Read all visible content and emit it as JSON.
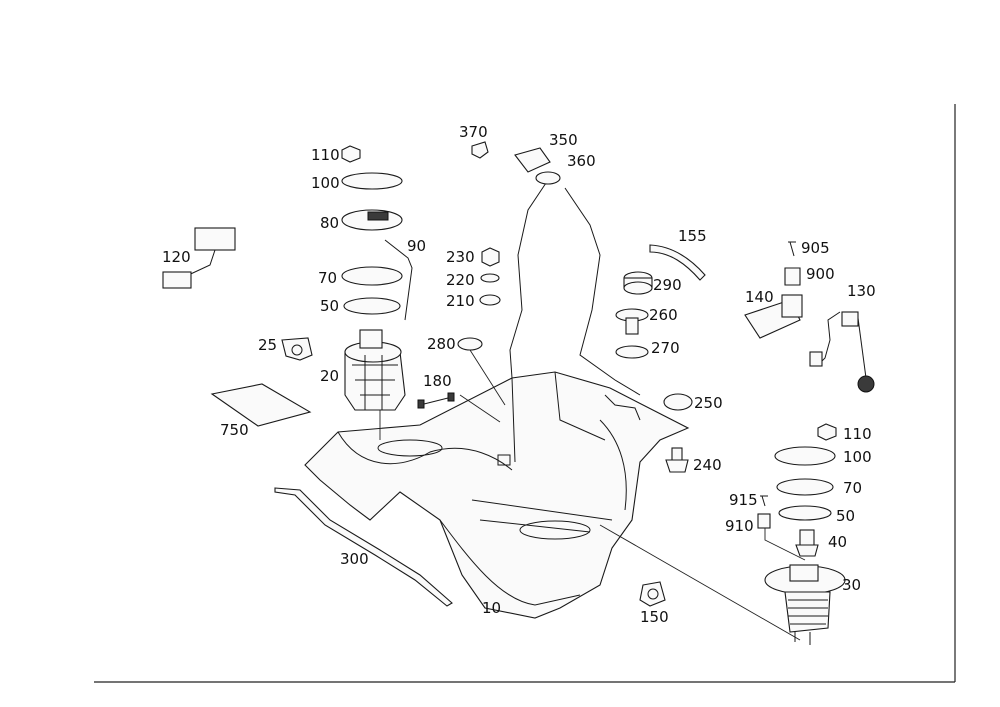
{
  "labels": {
    "p10": "10",
    "p20": "20",
    "p25": "25",
    "p30": "30",
    "p40": "40",
    "p50_l": "50",
    "p50_r": "50",
    "p70_l": "70",
    "p70_r": "70",
    "p80": "80",
    "p90": "90",
    "p100_l": "100",
    "p100_r": "100",
    "p110_l": "110",
    "p110_r": "110",
    "p120": "120",
    "p130": "130",
    "p140": "140",
    "p150": "150",
    "p155": "155",
    "p180": "180",
    "p210": "210",
    "p220": "220",
    "p230": "230",
    "p240": "240",
    "p250": "250",
    "p260": "260",
    "p270": "270",
    "p280": "280",
    "p290": "290",
    "p300": "300",
    "p350": "350",
    "p360": "360",
    "p370": "370",
    "p750": "750",
    "p900": "900",
    "p905": "905",
    "p910": "910",
    "p915": "915"
  }
}
